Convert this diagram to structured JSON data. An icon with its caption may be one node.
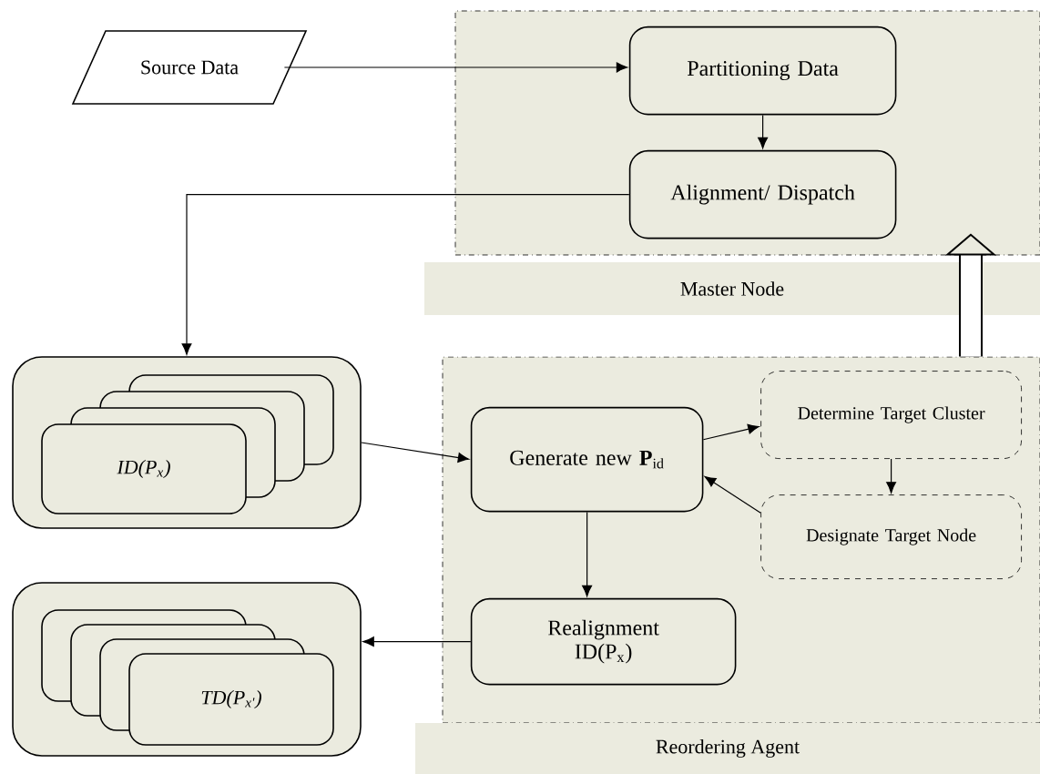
{
  "diagram": {
    "nodes": [
      {
        "text": [
          "Source Data"
        ]
      },
      {
        "text": [
          "Master Node"
        ]
      },
      {
        "text": [
          "Partitioning Data"
        ],
        "in": 1
      },
      {
        "text": [
          "Alignment/ Dispatch"
        ],
        "in": 1
      },
      {
        "text": [
          "ID(P$_{x}$)"
        ]
      },
      {
        "text": [
          "Reordering Agent"
        ]
      },
      {
        "text": [
          "Generate new **P**$_{id}$"
        ],
        "in": 5
      },
      {
        "text": [
          "Determine Target Cluster"
        ],
        "in": 5
      },
      {
        "text": [
          "Designate Target Node"
        ],
        "in": 5
      },
      {
        "text": [
          "Realignment",
          "ID(P$_{x}$)"
        ],
        "in": 5
      },
      {
        "text": [
          "TD(P$_{x'}$)"
        ]
      }
    ],
    "edges": [
      {
        "from": 0,
        "to": 2,
        "arrow": "to"
      },
      {
        "from": 2,
        "to": 3,
        "arrow": "to"
      },
      {
        "from": 3,
        "to": 4,
        "arrow": "to"
      },
      {
        "from": 4,
        "to": 6,
        "arrow": "to"
      },
      {
        "from": 6,
        "to": 7,
        "arrow": "to"
      },
      {
        "from": 7,
        "to": 8,
        "arrow": "to"
      },
      {
        "from": 8,
        "to": 6,
        "arrow": "to"
      },
      {
        "from": 6,
        "to": 9,
        "arrow": "to"
      },
      {
        "from": 9,
        "to": 10,
        "arrow": "to"
      },
      {
        "from": 5,
        "to": 1,
        "arrow": "to",
        "style": "thick"
      }
    ]
  }
}
